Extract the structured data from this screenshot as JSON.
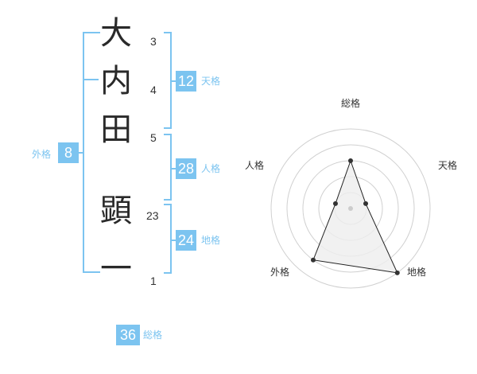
{
  "name": {
    "characters": [
      {
        "char": "大",
        "strokes": "3"
      },
      {
        "char": "内",
        "strokes": "4"
      },
      {
        "char": "田",
        "strokes": "5"
      },
      {
        "char": "顕",
        "strokes": "23"
      },
      {
        "char": "一",
        "strokes": "1"
      }
    ]
  },
  "kakusu": {
    "tenkaku": {
      "value": "12",
      "label": "天格"
    },
    "jinkaku": {
      "value": "28",
      "label": "人格"
    },
    "chikaku": {
      "value": "24",
      "label": "地格"
    },
    "gaikaku": {
      "value": "8",
      "label": "外格"
    },
    "soukaku": {
      "value": "36",
      "label": "総格"
    }
  },
  "chart_data": {
    "type": "radar",
    "axes": [
      "総格",
      "天格",
      "地格",
      "外格",
      "人格"
    ],
    "values": [
      3,
      1,
      5,
      4,
      1
    ],
    "rmax": 5,
    "rings": 5,
    "colors": {
      "fill": "#eeeeee",
      "line": "#222222",
      "grid": "#d0d0d0",
      "point": "#333333",
      "center": "#cccccc"
    }
  },
  "colors": {
    "accent": "#7cc4f0"
  }
}
